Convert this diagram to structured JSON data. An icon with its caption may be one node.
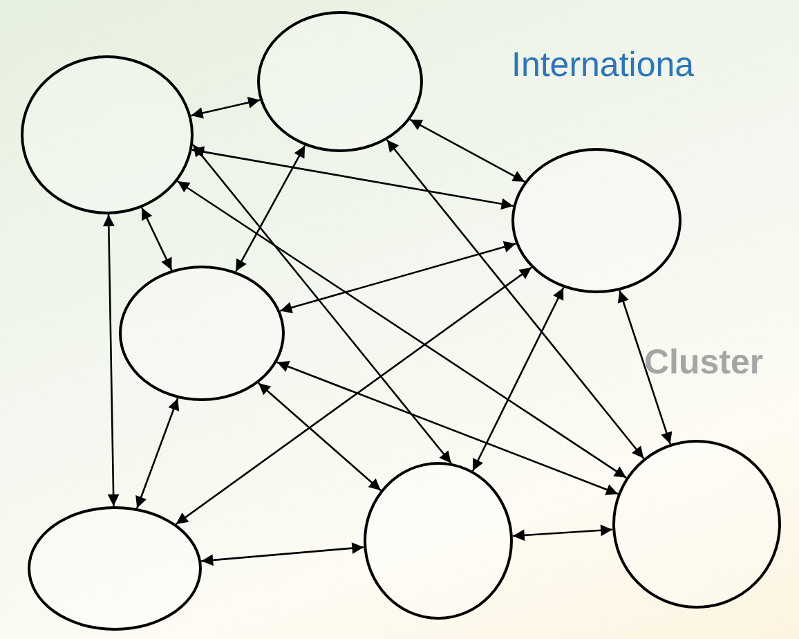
{
  "diagram": {
    "nodes": [
      {
        "text": [],
        "shape": "circle"
      },
      {
        "text": [],
        "shape": "circle"
      },
      {
        "text": [],
        "shape": "circle"
      },
      {
        "text": [],
        "shape": "circle"
      },
      {
        "text": [],
        "shape": "circle"
      },
      {
        "text": [],
        "shape": "circle"
      },
      {
        "text": [],
        "shape": "circle"
      }
    ],
    "edges": [
      {
        "from": 0,
        "to": 1,
        "arrow": "both"
      },
      {
        "from": 0,
        "to": 2,
        "arrow": "both"
      },
      {
        "from": 0,
        "to": 3,
        "arrow": "both"
      },
      {
        "from": 0,
        "to": 4,
        "arrow": "both"
      },
      {
        "from": 0,
        "to": 5,
        "arrow": "both"
      },
      {
        "from": 0,
        "to": 6,
        "arrow": "both"
      },
      {
        "from": 1,
        "to": 2,
        "arrow": "both"
      },
      {
        "from": 1,
        "to": 3,
        "arrow": "both"
      },
      {
        "from": 1,
        "to": 6,
        "arrow": "both"
      },
      {
        "from": 2,
        "to": 3,
        "arrow": "both"
      },
      {
        "from": 2,
        "to": 4,
        "arrow": "both"
      },
      {
        "from": 2,
        "to": 5,
        "arrow": "both"
      },
      {
        "from": 2,
        "to": 6,
        "arrow": "both"
      },
      {
        "from": 3,
        "to": 4,
        "arrow": "both"
      },
      {
        "from": 3,
        "to": 5,
        "arrow": "both"
      },
      {
        "from": 3,
        "to": 6,
        "arrow": "both"
      },
      {
        "from": 4,
        "to": 5,
        "arrow": "both"
      },
      {
        "from": 5,
        "to": 6,
        "arrow": "both"
      }
    ],
    "labels": [
      "Internationa",
      "Cluster"
    ]
  }
}
